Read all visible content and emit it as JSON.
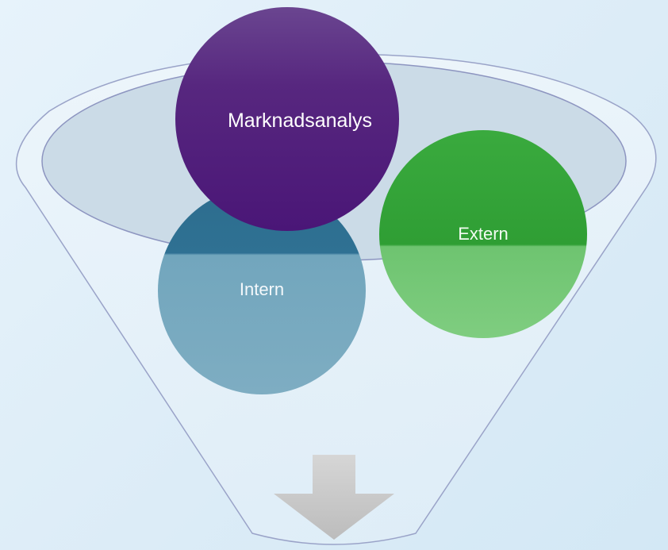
{
  "diagram": {
    "top_circle": {
      "label": "Marknadsanalys",
      "color": "#4d1b78"
    },
    "left_circle": {
      "label": "Intern",
      "color": "#5e95ad"
    },
    "right_circle": {
      "label": "Extern",
      "color": "#33a23a"
    },
    "funnel_color": "#c9d9e6",
    "arrow_icon": "down-arrow-icon"
  }
}
